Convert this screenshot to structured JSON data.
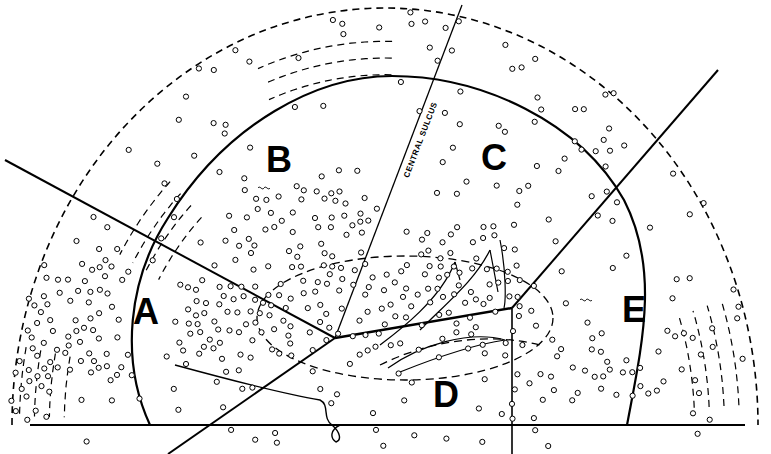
{
  "diagram": {
    "labels": [
      "A",
      "B",
      "C",
      "D",
      "E",
      "CENTRAL SULCUS"
    ]
  }
}
